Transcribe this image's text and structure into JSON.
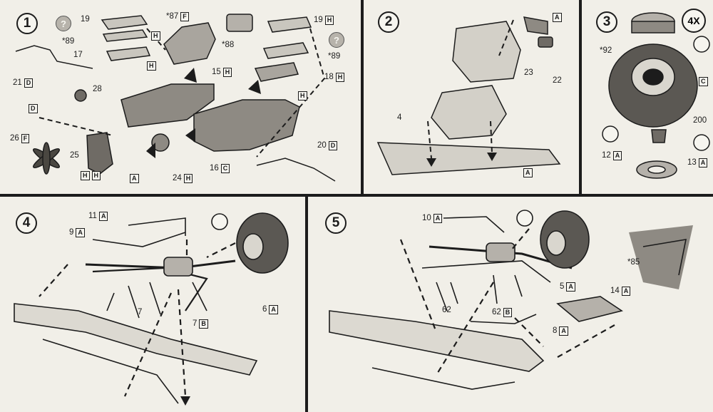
{
  "steps": {
    "s1": "1",
    "s2": "2",
    "s3": "3",
    "s4": "4",
    "s5": "5"
  },
  "step1": {
    "p19a": {
      "num": "19",
      "box": "H"
    },
    "p89a": {
      "num": "*89"
    },
    "p17": {
      "num": "17"
    },
    "p87": {
      "num": "*87",
      "box": "F"
    },
    "p88": {
      "num": "*88"
    },
    "p19b": {
      "num": "19",
      "box": "H"
    },
    "p89b": {
      "num": "*89"
    },
    "p18": {
      "num": "18",
      "box": "H"
    },
    "p21": {
      "num": "21",
      "box": "D"
    },
    "p15": {
      "num": "15",
      "box": "H"
    },
    "p28": {
      "num": "28"
    },
    "boxD": {
      "box": "D"
    },
    "boxH1": {
      "box": "H"
    },
    "boxH2": {
      "box": "H"
    },
    "boxH3": {
      "box": "H"
    },
    "p26": {
      "num": "26",
      "box": "F"
    },
    "p25": {
      "num": "25"
    },
    "boxH4": {
      "box": "H"
    },
    "boxA": {
      "box": "A"
    },
    "p24": {
      "num": "24",
      "box": "H"
    },
    "p16": {
      "num": "16",
      "box": "C"
    },
    "p20": {
      "num": "20",
      "box": "D"
    },
    "q": "?"
  },
  "step2": {
    "boxA1": {
      "box": "A"
    },
    "p23": {
      "num": "23"
    },
    "p22": {
      "num": "22"
    },
    "p4": {
      "num": "4"
    },
    "boxA2": {
      "box": "A"
    }
  },
  "step3": {
    "mult": "4X",
    "p92": {
      "num": "*92"
    },
    "boxC": {
      "box": "C"
    },
    "p200": {
      "num": "200"
    },
    "p12": {
      "num": "12",
      "box": "A"
    },
    "p13": {
      "num": "13",
      "box": "A"
    }
  },
  "step4": {
    "p11": {
      "num": "11",
      "box": "A"
    },
    "p9": {
      "num": "9",
      "box": "A"
    },
    "p6": {
      "num": "6",
      "box": "A"
    },
    "p7a": {
      "num": "7"
    },
    "p7b": {
      "num": "7",
      "box": "B"
    }
  },
  "step5": {
    "p10": {
      "num": "10",
      "box": "A"
    },
    "p85": {
      "num": "*85"
    },
    "p5": {
      "num": "5",
      "box": "A"
    },
    "p14": {
      "num": "14",
      "box": "A"
    },
    "p62a": {
      "num": "62"
    },
    "p62b": {
      "num": "62",
      "box": "B"
    },
    "p8": {
      "num": "8",
      "box": "A"
    }
  }
}
